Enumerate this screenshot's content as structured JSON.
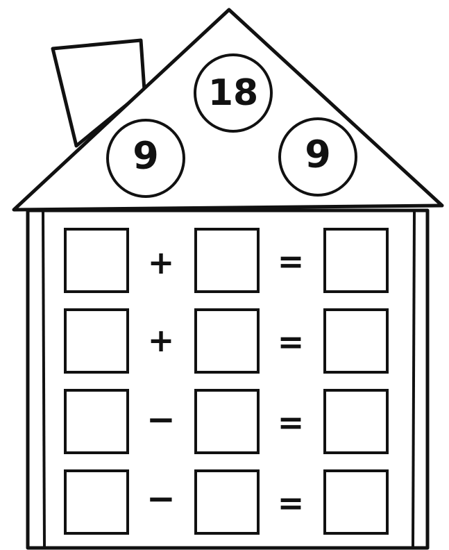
{
  "roof": {
    "sum": "18",
    "part_left": "9",
    "part_right": "9"
  },
  "equations": [
    {
      "operator": "+",
      "equals": "="
    },
    {
      "operator": "+",
      "equals": "="
    },
    {
      "operator": "−",
      "equals": "="
    },
    {
      "operator": "−",
      "equals": "="
    }
  ],
  "colors": {
    "ink": "#111111",
    "paper": "#ffffff"
  }
}
